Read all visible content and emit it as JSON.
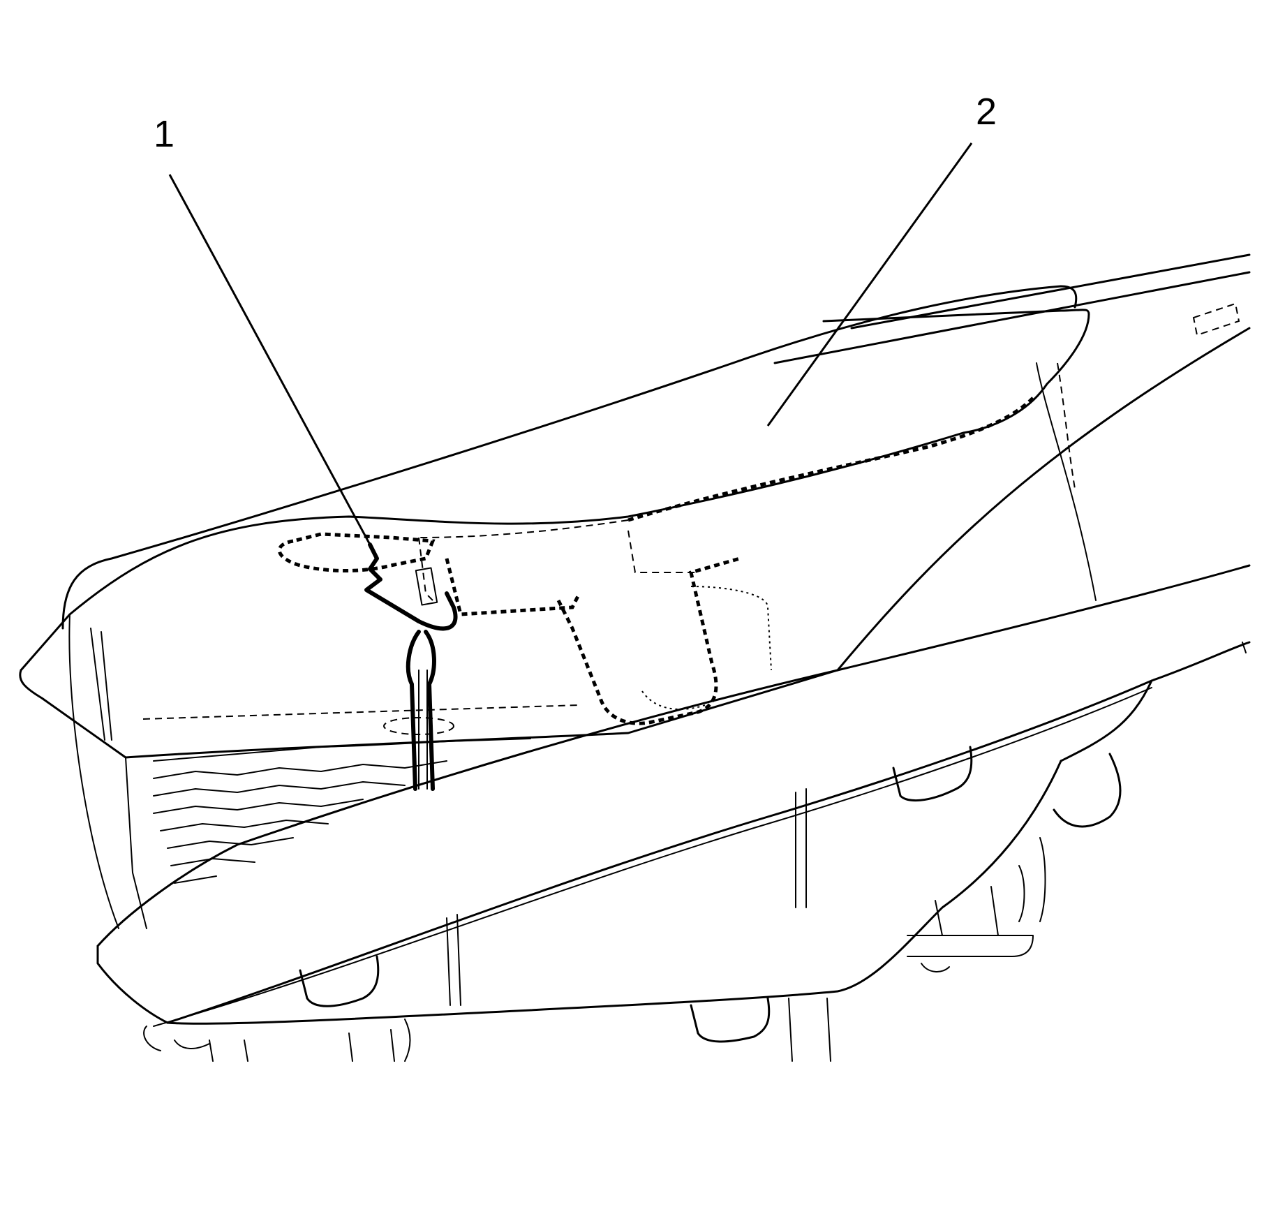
{
  "figure": {
    "callouts": [
      {
        "id": "callout-1",
        "label": "1",
        "part": "retaining-clip"
      },
      {
        "id": "callout-2",
        "label": "2",
        "part": "headlamp-assembly"
      }
    ]
  }
}
